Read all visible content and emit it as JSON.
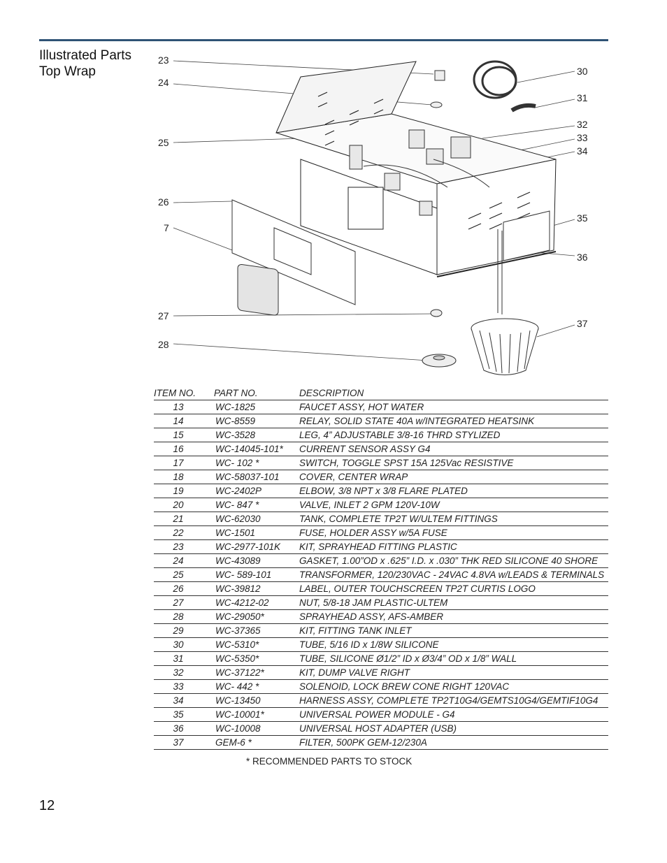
{
  "section": {
    "title_line1": "Illustrated Parts",
    "title_line2": "Top Wrap"
  },
  "callouts": {
    "left": [
      "23",
      "24",
      "25",
      "26",
      "7",
      "27",
      "28"
    ],
    "right": [
      "30",
      "31",
      "32",
      "33",
      "34",
      "35",
      "36",
      "37"
    ]
  },
  "table": {
    "headers": {
      "item": "ITEM NO.",
      "part": "PART NO.",
      "description": "DESCRIPTION"
    },
    "rows": [
      {
        "item": "13",
        "part": "WC-1825",
        "description": "FAUCET ASSY, HOT WATER"
      },
      {
        "item": "14",
        "part": "WC-8559",
        "description": "RELAY, SOLID STATE 40A w/INTEGRATED HEATSINK"
      },
      {
        "item": "15",
        "part": "WC-3528",
        "description": "LEG, 4” ADJUSTABLE 3/8-16 THRD STYLIZED"
      },
      {
        "item": "16",
        "part": "WC-14045-101*",
        "description": "CURRENT SENSOR ASSY G4"
      },
      {
        "item": "17",
        "part": "WC- 102 *",
        "description": "SWITCH, TOGGLE SPST 15A 125Vac RESISTIVE"
      },
      {
        "item": "18",
        "part": "WC-58037-101",
        "description": "COVER, CENTER WRAP"
      },
      {
        "item": "19",
        "part": "WC-2402P",
        "description": "ELBOW, 3/8 NPT x 3/8 FLARE PLATED"
      },
      {
        "item": "20",
        "part": "WC- 847 *",
        "description": "VALVE, INLET 2 GPM 120V-10W"
      },
      {
        "item": "21",
        "part": "WC-62030",
        "description": "TANK, COMPLETE TP2T W/ULTEM FITTINGS"
      },
      {
        "item": "22",
        "part": "WC-1501",
        "description": "FUSE, HOLDER ASSY w/5A FUSE"
      },
      {
        "item": "23",
        "part": "WC-2977-101K",
        "description": "KIT, SPRAYHEAD FITTING PLASTIC"
      },
      {
        "item": "24",
        "part": "WC-43089",
        "description": "GASKET, 1.00”OD x .625” I.D. x .030” THK RED SILICONE 40 SHORE"
      },
      {
        "item": "25",
        "part": "WC- 589-101",
        "description": "TRANSFORMER, 120/230VAC - 24VAC 4.8VA w/LEADS & TERMINALS"
      },
      {
        "item": "26",
        "part": "WC-39812",
        "description": "LABEL, OUTER TOUCHSCREEN TP2T CURTIS LOGO"
      },
      {
        "item": "27",
        "part": "WC-4212-02",
        "description": "NUT, 5/8-18 JAM PLASTIC-ULTEM"
      },
      {
        "item": "28",
        "part": "WC-29050*",
        "description": "SPRAYHEAD ASSY, AFS-AMBER"
      },
      {
        "item": "29",
        "part": "WC-37365",
        "description": "KIT, FITTING TANK INLET"
      },
      {
        "item": "30",
        "part": "WC-5310*",
        "description": "TUBE, 5/16 ID x 1/8W SILICONE"
      },
      {
        "item": "31",
        "part": "WC-5350*",
        "description": "TUBE, SILICONE Ø1/2” ID x Ø3/4” OD x 1/8” WALL"
      },
      {
        "item": "32",
        "part": "WC-37122*",
        "description": "KIT, DUMP VALVE RIGHT"
      },
      {
        "item": "33",
        "part": "WC- 442 *",
        "description": "SOLENOID, LOCK BREW CONE RIGHT 120VAC"
      },
      {
        "item": "34",
        "part": "WC-13450",
        "description": "HARNESS ASSY, COMPLETE TP2T10G4/GEMTS10G4/GEMTIF10G4"
      },
      {
        "item": "35",
        "part": "WC-10001*",
        "description": "UNIVERSAL POWER MODULE - G4"
      },
      {
        "item": "36",
        "part": "WC-10008",
        "description": "UNIVERSAL HOST ADAPTER (USB)"
      },
      {
        "item": "37",
        "part": "GEM-6 *",
        "description": "FILTER, 500PK GEM-12/230A"
      }
    ]
  },
  "footnote": "* RECOMMENDED PARTS TO STOCK",
  "page_number": "12",
  "colors": {
    "rule": "#2f5375",
    "ink": "#222222"
  }
}
